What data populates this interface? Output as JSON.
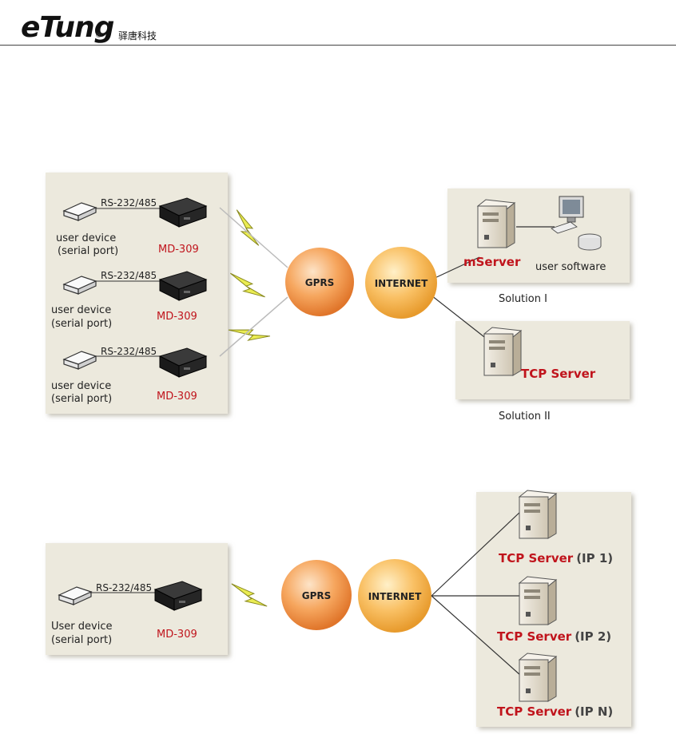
{
  "header": {
    "logo_text": "eTung",
    "logo_reg": "®",
    "company_cn": "驿唐科技"
  },
  "diagram1": {
    "devices": [
      {
        "port": "RS-232/485",
        "device": "user device",
        "device_sub": "(serial port)",
        "modem": "MD-309"
      },
      {
        "port": "RS-232/485",
        "device": "user device",
        "device_sub": "(serial port)",
        "modem": "MD-309"
      },
      {
        "port": "RS-232/485",
        "device": "user device",
        "device_sub": "(serial port)",
        "modem": "MD-309"
      }
    ],
    "gprs": "GPRS",
    "internet": "INTERNET",
    "solution1": {
      "server": "mServer",
      "software": "user software",
      "label": "Solution I"
    },
    "solution2": {
      "server": "TCP Server",
      "label": "Solution II"
    }
  },
  "diagram2": {
    "port": "RS-232/485",
    "device": "User device",
    "device_sub": "(serial port)",
    "modem": "MD-309",
    "gprs": "GPRS",
    "internet": "INTERNET",
    "servers": [
      {
        "name": "TCP Server",
        "ip": "(IP 1)"
      },
      {
        "name": "TCP Server",
        "ip": "(IP 2)"
      },
      {
        "name": "TCP Server",
        "ip": "(IP N)"
      }
    ]
  },
  "colors": {
    "panel": "#ece9dd",
    "gprs_orange": "#f39a4a",
    "internet_orange": "#f7b84c",
    "red_label": "#c0141c",
    "bolt_yellow": "#e6e84a"
  },
  "icons": [
    "user-device-icon",
    "modem-icon",
    "server-icon",
    "monitor-icon",
    "database-icon",
    "lightning-icon"
  ]
}
